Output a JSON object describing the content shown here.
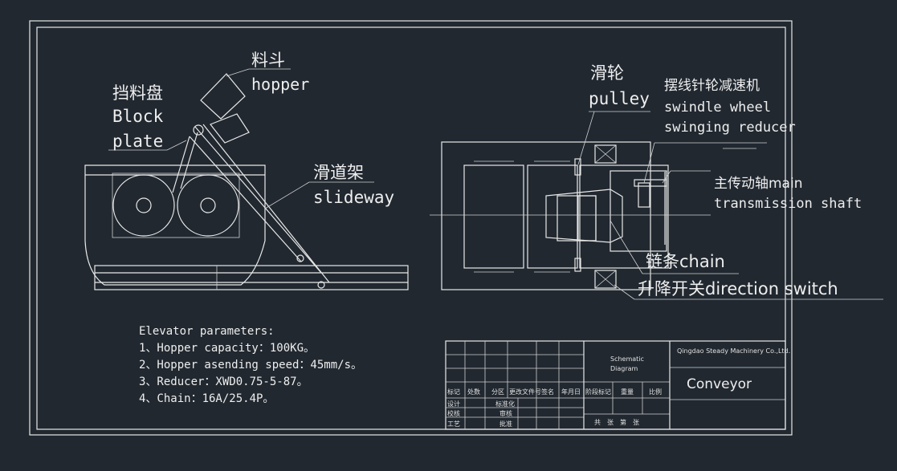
{
  "labels": {
    "hopper_cn": "料斗",
    "hopper_en": "hopper",
    "block_plate_cn": "挡料盘",
    "block_plate_en1": "Block",
    "block_plate_en2": "plate",
    "slideway_cn": "滑道架",
    "slideway_en": "slideway",
    "pulley_cn": "滑轮",
    "pulley_en": "pulley",
    "reducer_cn": "摆线针轮减速机",
    "reducer_en1": "swindle wheel",
    "reducer_en2": "swinging reducer",
    "shaft_cn": "主传动轴main",
    "shaft_en": "transmission shaft",
    "chain": "链条chain",
    "switch": "升降开关direction switch"
  },
  "parameters": {
    "title": "Elevator parameters:",
    "items": [
      "1、Hopper capacity：100KG。",
      "2、Hopper asending speed：45mm/s。",
      "3、Reducer：XWD0.75-5-87。",
      "4、Chain：16A/25.4P。"
    ]
  },
  "title_block": {
    "company": "Qingdao Steady Machinery Co.,Ltd.",
    "schematic1": "Schematic",
    "schematic2": "Diagram",
    "drawing_name": "Conveyor",
    "headers": [
      "标记",
      "处数",
      "分区",
      "更改文件号",
      "签名",
      "年月日",
      "阶段标记",
      "重量",
      "比例"
    ],
    "roles_left": [
      "设计",
      "校核",
      "工艺"
    ],
    "roles_mid": [
      "标准化",
      "审核",
      "批准"
    ],
    "sheet": "共　张　第　张"
  },
  "colors": {
    "background": "#212830",
    "lines": "#e8e8e8"
  }
}
